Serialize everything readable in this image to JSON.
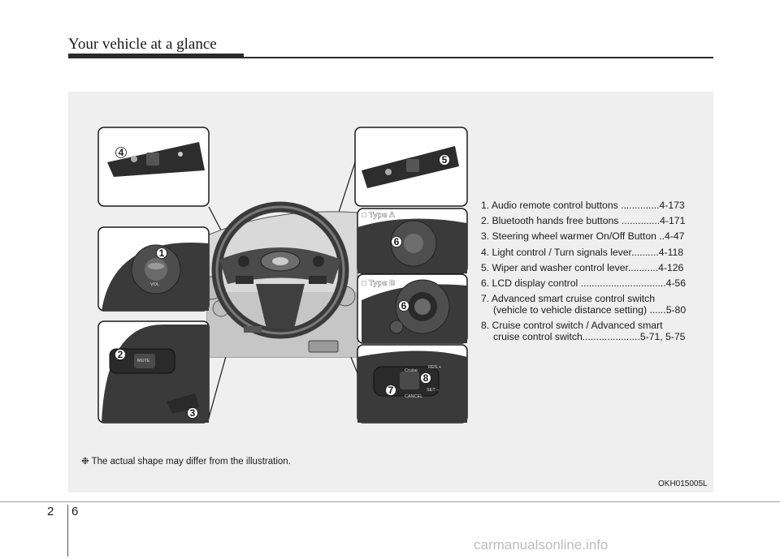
{
  "header": {
    "title": "Your vehicle at a glance"
  },
  "legend": {
    "items": [
      {
        "line1": "1. Audio remote control buttons ..............4-173",
        "line2": ""
      },
      {
        "line1": "2. Bluetooth hands free buttons ..............4-171",
        "line2": ""
      },
      {
        "line1": "3. Steering wheel warmer On/Off Button ..4-47",
        "line2": ""
      },
      {
        "line1": "4. Light control / Turn signals lever..........4-118",
        "line2": ""
      },
      {
        "line1": "5. Wiper and washer control lever...........4-126",
        "line2": ""
      },
      {
        "line1": "6. LCD display control ...............................4-56",
        "line2": ""
      },
      {
        "line1": "7. Advanced smart cruise control switch",
        "line2": "(vehicle to vehicle distance setting) ......5-80"
      },
      {
        "line1": "8. Cruise control switch / Advanced smart",
        "line2": "cruise control switch.....................5-71, 5-75"
      }
    ]
  },
  "callouts": {
    "c1": "1",
    "c2": "2",
    "c3": "3",
    "c4": "4",
    "c5": "5",
    "c6a": "6",
    "c6b": "6",
    "c7": "7",
    "c8": "8"
  },
  "type_labels": {
    "a": "■ Type A",
    "b": "■ Type B"
  },
  "button_labels": {
    "mute": "MUTE",
    "vol": "VOL",
    "cancel": "CANCEL",
    "set": "SET −",
    "res": "RES +",
    "cruise": "Cruise"
  },
  "footnote": "❉ The actual shape may differ from the illustration.",
  "figure_code": "OKH015005L",
  "page": {
    "section": "2",
    "number": "6"
  },
  "watermark": "carmanualsonline.info",
  "colors": {
    "panel": "#efefef",
    "ink": "#1a1a1a",
    "rule": "#2b2b2b"
  }
}
